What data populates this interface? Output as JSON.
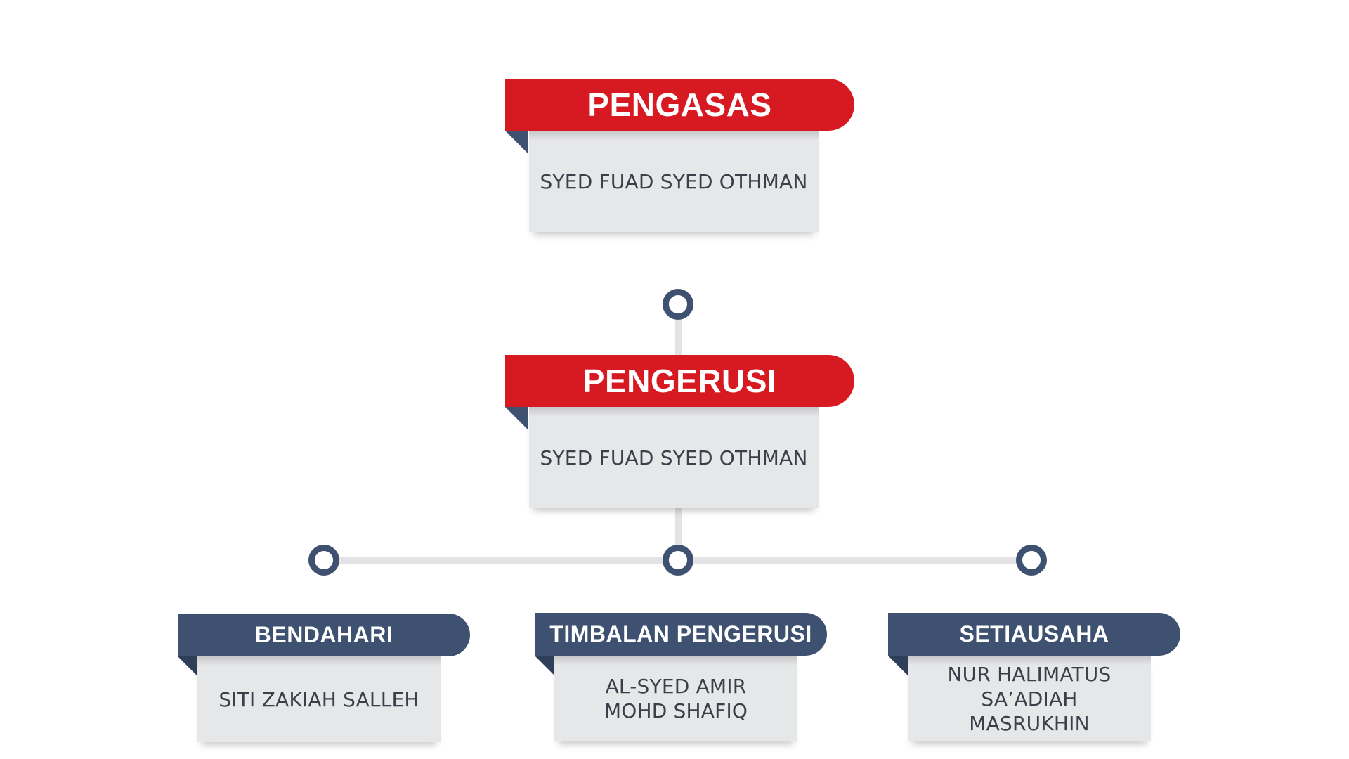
{
  "founder": {
    "title": "PENGASAS",
    "name": "SYED FUAD SYED OTHMAN"
  },
  "chairman": {
    "title": "PENGERUSI",
    "name": "SYED FUAD SYED OTHMAN"
  },
  "members": [
    {
      "title": "BENDAHARI",
      "name": "SITI ZAKIAH SALLEH"
    },
    {
      "title": "TIMBALAN PENGERUSI",
      "name": "AL-SYED AMIR MOHD SHAFIQ"
    },
    {
      "title": "SETIAUSAHA",
      "name": "NUR HALIMATUS SA’ADIAH MASRUKHIN"
    }
  ],
  "colors": {
    "red": "#d71a21",
    "navy": "#3f5170",
    "card_body": "#e6e7e9",
    "connector": "#e3e3e5"
  }
}
